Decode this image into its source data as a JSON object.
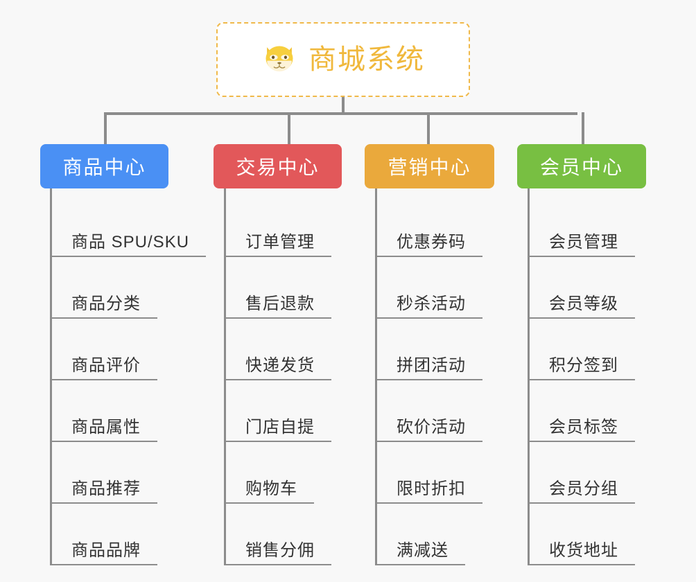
{
  "root": {
    "title": "商城系统",
    "icon": "shiba-dog-icon",
    "accent_color": "#f0b83c",
    "border_color": "#f0b94a",
    "background": "#ffffff"
  },
  "page": {
    "background": "#f8f8f8",
    "connector_color": "#8c8c8c"
  },
  "branches": [
    {
      "label": "商品中心",
      "color": "#4a90f4",
      "items": [
        "商品 SPU/SKU",
        "商品分类",
        "商品评价",
        "商品属性",
        "商品推荐",
        "商品品牌"
      ]
    },
    {
      "label": "交易中心",
      "color": "#e2585a",
      "items": [
        "订单管理",
        "售后退款",
        "快递发货",
        "门店自提",
        "购物车",
        "销售分佣"
      ]
    },
    {
      "label": "营销中心",
      "color": "#eaa93c",
      "items": [
        "优惠券码",
        "秒杀活动",
        "拼团活动",
        "砍价活动",
        "限时折扣",
        "满减送"
      ]
    },
    {
      "label": "会员中心",
      "color": "#78bf42",
      "items": [
        "会员管理",
        "会员等级",
        "积分签到",
        "会员标签",
        "会员分组",
        "收货地址"
      ]
    }
  ]
}
